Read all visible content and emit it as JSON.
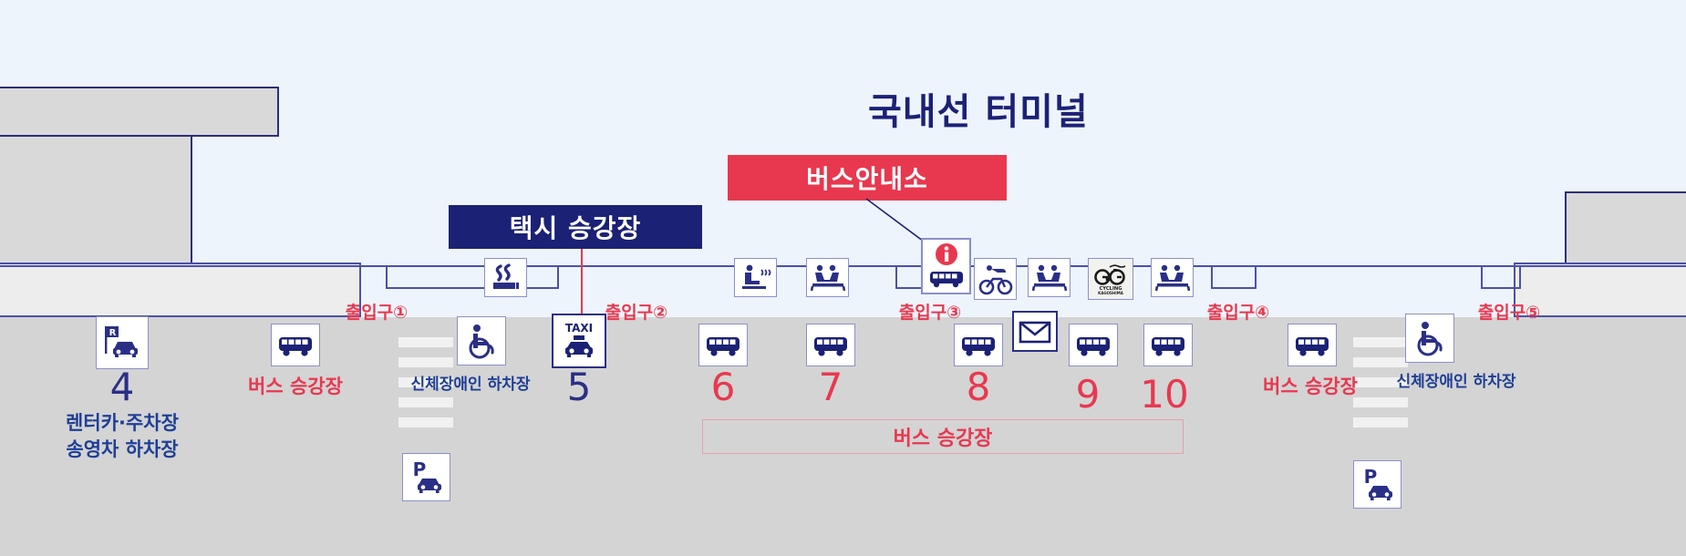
{
  "page": {
    "title": "국내선 터미널",
    "bg_color": "#eef4fc",
    "navy": "#1b2175",
    "red": "#e8384f",
    "blue_text": "#1f3f96",
    "road_gray": "#d4d4d4"
  },
  "badges": [
    {
      "id": "taxi-stand",
      "label": "택시 승강장",
      "color": "#1b2175",
      "text_color": "#ffffff"
    },
    {
      "id": "bus-information",
      "label": "버스안내소",
      "color": "#e8384f",
      "text_color": "#ffffff"
    }
  ],
  "exits": [
    {
      "label": "출입구①"
    },
    {
      "label": "출입구②"
    },
    {
      "label": "출입구③"
    },
    {
      "label": "출입구④"
    },
    {
      "label": "출입구⑤"
    }
  ],
  "stops": [
    {
      "number": "4",
      "number_color": "#2a2f86",
      "icon": "rental-car-icon",
      "label": "렌터카·주차장\n송영차 하차장",
      "label_color": "#1f3f96"
    },
    {
      "number": "5",
      "number_color": "#2a2f86",
      "icon": "taxi-icon",
      "label": "",
      "label_color": "#2a2f86"
    },
    {
      "number": "6",
      "number_color": "#e8384f",
      "icon": "bus-icon",
      "label": "",
      "label_color": "#e8384f"
    },
    {
      "number": "7",
      "number_color": "#e8384f",
      "icon": "bus-icon",
      "label": "",
      "label_color": "#e8384f"
    },
    {
      "number": "8",
      "number_color": "#e8384f",
      "icon": "bus-icon",
      "label": "",
      "label_color": "#e8384f"
    },
    {
      "number": "9",
      "number_color": "#e8384f",
      "icon": "bus-icon",
      "label": "",
      "label_color": "#e8384f"
    },
    {
      "number": "10",
      "number_color": "#e8384f",
      "icon": "bus-icon",
      "label": "",
      "label_color": "#e8384f"
    }
  ],
  "labels": {
    "bus_stop_left": "버스 승강장",
    "bus_stop_right": "버스 승강장",
    "disabled_dropoff_left": "신체장애인 하차장",
    "disabled_dropoff_right": "신체장애인 하차장",
    "rentalcar_parking": "렌터카·주차장",
    "shuttle_dropoff": "송영차 하차장",
    "platform_box": "버스 승강장"
  },
  "icons": {
    "rental_car": "rental-car-icon",
    "bus": "bus-icon",
    "smoking": "smoking-area-icon",
    "wheelchair": "wheelchair-icon",
    "taxi": "taxi-icon",
    "footbath": "footbath-icon",
    "bench": "bench-seating-icon",
    "bus_information": "bus-information-icon",
    "bicycle_rental": "bicycle-rental-icon",
    "cycling_logo": "go-cycling-kagoshima-logo",
    "post": "post-mailbox-icon",
    "parking": "parking-icon"
  },
  "cycling_logo": {
    "mark": "GO",
    "line1": "CYCLING",
    "line2": "KAGOSHIMA"
  },
  "taxi_icon_text": "TAXI",
  "rental_icon_text": "R",
  "parking_icon_text": "P"
}
